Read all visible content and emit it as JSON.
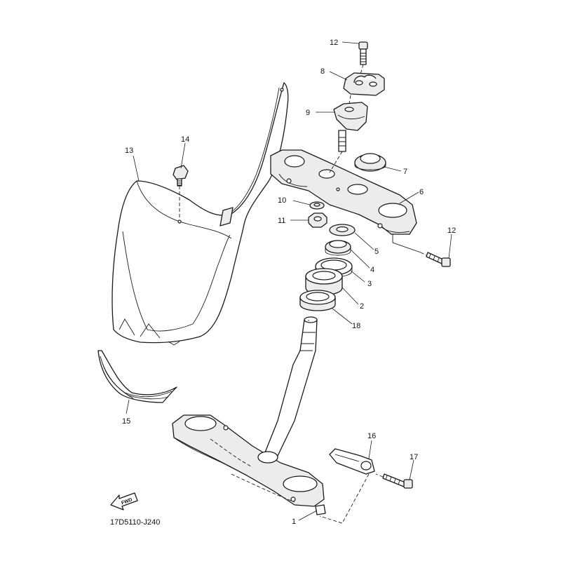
{
  "diagram": {
    "drawing_code": "17D5110-J240",
    "direction_badge": "FWD",
    "callouts": {
      "c1": "1",
      "c2": "2",
      "c3": "3",
      "c4": "4",
      "c5": "5",
      "c6": "6",
      "c7": "7",
      "c8": "8",
      "c9": "9",
      "c10": "10",
      "c11": "11",
      "c12a": "12",
      "c12b": "12",
      "c13": "13",
      "c14": "14",
      "c15": "15",
      "c16": "16",
      "c17": "17",
      "c18": "18"
    }
  }
}
